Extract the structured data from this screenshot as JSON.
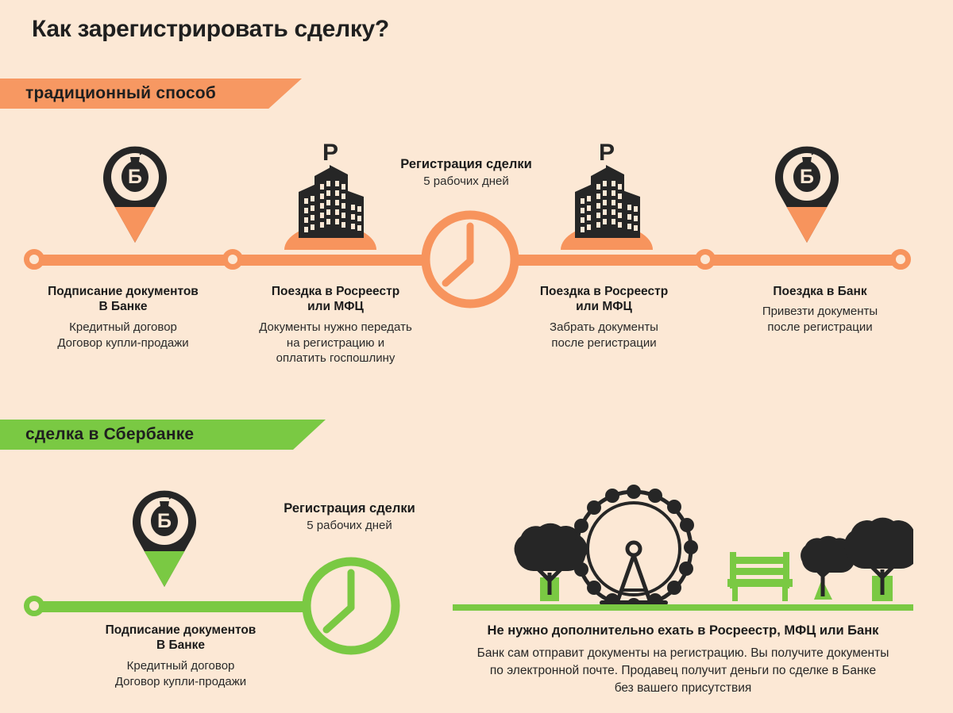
{
  "page": {
    "title": "Как зарегистрировать сделку?",
    "background_color": "#fce8d5",
    "accent_orange": "#f7945d",
    "accent_green": "#7ac943",
    "dark": "#262626"
  },
  "sections": [
    {
      "id": "traditional",
      "banner_label": "традиционный способ",
      "color": "#f79862"
    },
    {
      "id": "sberbank",
      "banner_label": "сделка в Сбербанке",
      "color": "#7ac943"
    }
  ],
  "traditional": {
    "registration_caption": {
      "title": "Регистрация сделки",
      "duration": "5 рабочих дней"
    },
    "steps": [
      {
        "icon": "bank-pin-icon",
        "title": "Подписание документов\nВ Банке",
        "sub": "Кредитный договор\nДоговор купли-продажи"
      },
      {
        "icon": "rosreestr-buildings-icon",
        "title": "Поездка в Росреестр\nили МФЦ",
        "sub": "Документы нужно передать\nна регистрацию и\nоплатить госпошлину"
      },
      {
        "icon": "rosreestr-buildings-icon",
        "title": "Поездка в Росреестр\nили МФЦ",
        "sub": "Забрать документы\nпосле регистрации"
      },
      {
        "icon": "bank-pin-icon",
        "title": "Поездка в Банк",
        "sub": "Привезти документы\nпосле регистрации"
      }
    ]
  },
  "sberbank": {
    "registration_caption": {
      "title": "Регистрация сделки",
      "duration": "5 рабочих дней"
    },
    "steps": [
      {
        "icon": "bank-pin-icon",
        "title": "Подписание документов\nВ Банке",
        "sub": "Кредитный договор\nДоговор купли-продажи"
      }
    ],
    "note": {
      "heading": "Не нужно дополнительно ехать в Росреестр, МФЦ или Банк",
      "body": "Банк сам отправит документы на регистрацию. Вы получите документы\nпо электронной почте. Продавец получит деньги по сделке в Банке\nбез вашего присутствия"
    },
    "park_icons": [
      "tree-icon",
      "ferris-wheel-icon",
      "bench-icon",
      "small-tree-icon",
      "tree-icon"
    ]
  },
  "pin_glyph": "Б",
  "buildings_glyph": "Р"
}
